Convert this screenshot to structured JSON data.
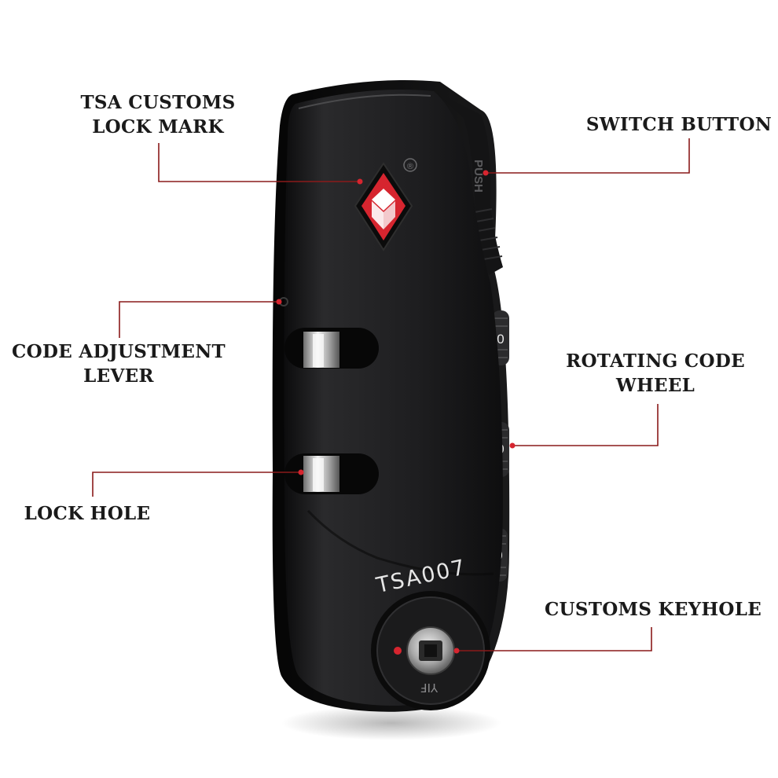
{
  "callouts": {
    "tsa_mark": [
      "TSA CUSTOMS",
      "LOCK MARK"
    ],
    "switch_button": [
      "SWITCH BUTTON"
    ],
    "code_lever": [
      "CODE ADJUSTMENT",
      "LEVER"
    ],
    "code_wheel": [
      "ROTATING CODE",
      "WHEEL"
    ],
    "lock_hole": [
      "LOCK HOLE"
    ],
    "keyhole": [
      "CUSTOMS KEYHOLE"
    ]
  },
  "product": {
    "model": "TSA007",
    "push_text": "PUSH",
    "key_brand": "YIF",
    "registered_mark": "®",
    "wheel_digits": [
      "0",
      "0",
      "0"
    ]
  },
  "colors": {
    "body": "#1c1c1e",
    "logo_red": "#d6252f",
    "callout_line": "#8a1a1a",
    "label_text": "#1a1a1a"
  },
  "icons": {
    "tsa_logo": "tsa-diamond-logo-icon",
    "keyhole": "keyhole-icon"
  }
}
